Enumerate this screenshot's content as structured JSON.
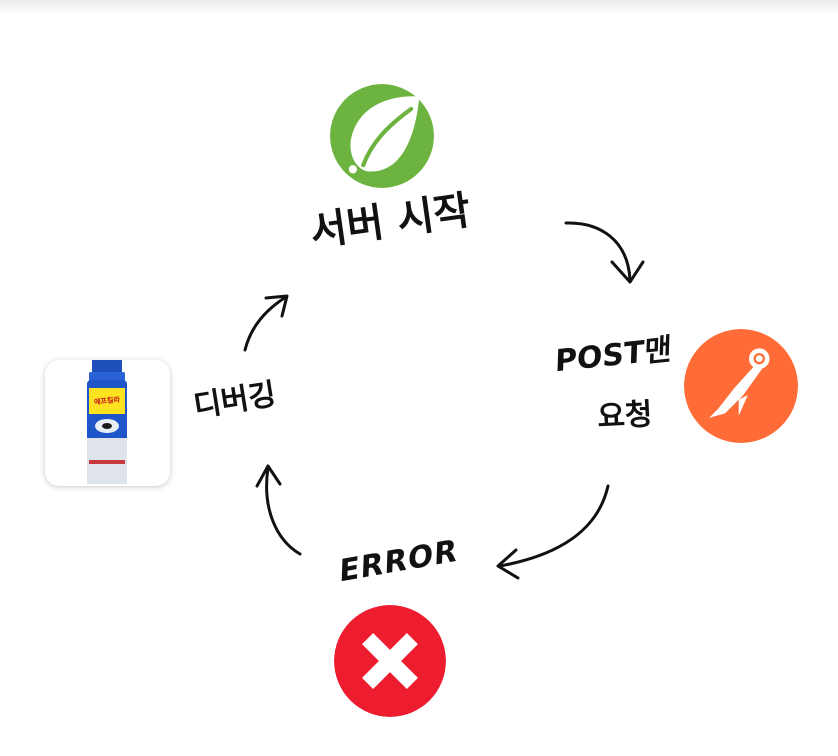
{
  "diagram": {
    "nodes": {
      "server_start": {
        "label": "서버 시작",
        "icon": "spring-leaf-icon",
        "color": "#6db33f"
      },
      "post_request": {
        "label_line1": "POST맨",
        "label_line2": "요청",
        "icon": "postman-icon",
        "color": "#ff6c37"
      },
      "error": {
        "label": "ERROR",
        "icon": "error-x-icon",
        "color": "#ed1c2e"
      },
      "debug": {
        "label": "디버깅",
        "icon": "bug-spray-can-icon"
      }
    },
    "edges": [
      {
        "from": "server_start",
        "to": "post_request"
      },
      {
        "from": "post_request",
        "to": "error"
      },
      {
        "from": "error",
        "to": "debug"
      },
      {
        "from": "debug",
        "to": "server_start"
      }
    ],
    "spray_can": {
      "brand": "에프킬라"
    }
  }
}
